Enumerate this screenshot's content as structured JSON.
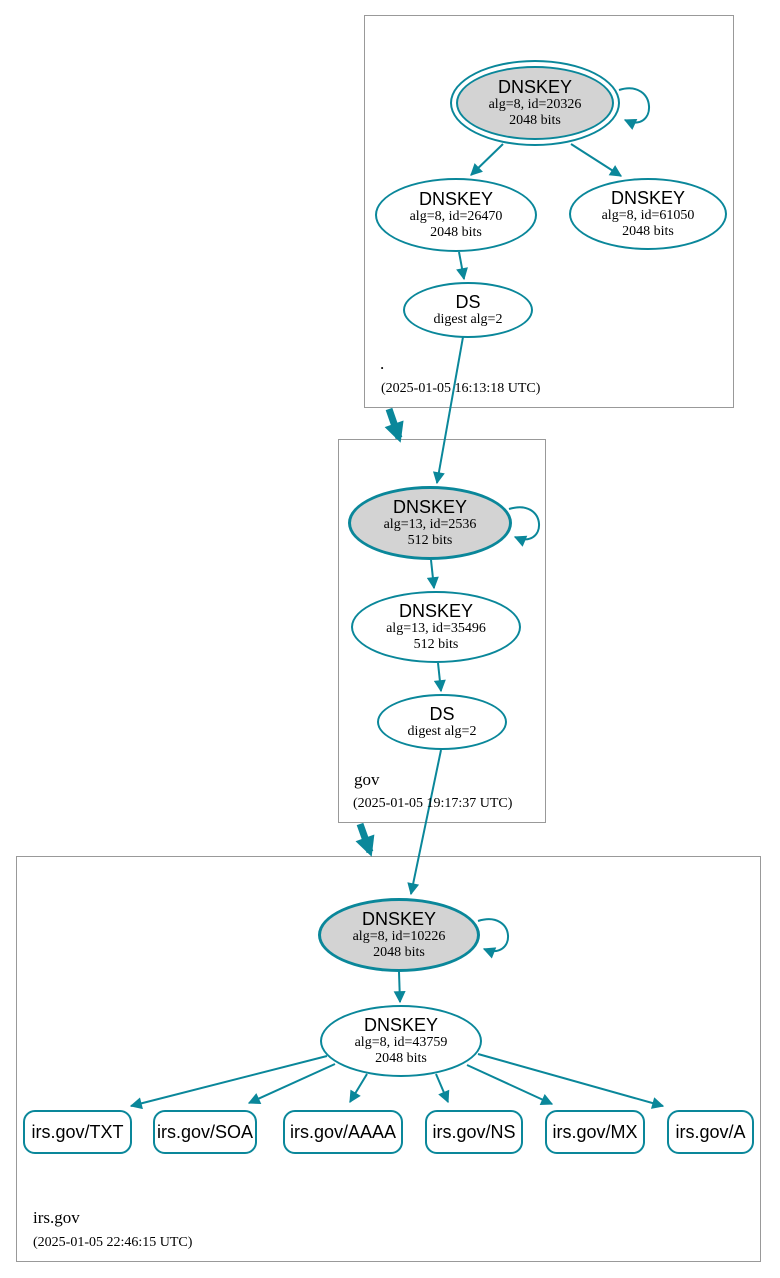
{
  "colors": {
    "edge": "#0a879a",
    "ksk_fill": "#d3d3d3",
    "node_fill": "#ffffff",
    "zone_border": "#999999"
  },
  "zones": [
    {
      "label": ".",
      "timestamp": "(2025-01-05 16:13:18 UTC)",
      "ksk": {
        "title": "DNSKEY",
        "detail": "alg=8, id=20326",
        "bits": "2048 bits"
      },
      "keys": [
        {
          "title": "DNSKEY",
          "detail": "alg=8, id=26470",
          "bits": "2048 bits"
        },
        {
          "title": "DNSKEY",
          "detail": "alg=8, id=61050",
          "bits": "2048 bits"
        }
      ],
      "ds": {
        "title": "DS",
        "detail": "digest alg=2"
      }
    },
    {
      "label": "gov",
      "timestamp": "(2025-01-05 19:17:37 UTC)",
      "ksk": {
        "title": "DNSKEY",
        "detail": "alg=13, id=2536",
        "bits": "512 bits"
      },
      "keys": [
        {
          "title": "DNSKEY",
          "detail": "alg=13, id=35496",
          "bits": "512 bits"
        }
      ],
      "ds": {
        "title": "DS",
        "detail": "digest alg=2"
      }
    },
    {
      "label": "irs.gov",
      "timestamp": "(2025-01-05 22:46:15 UTC)",
      "ksk": {
        "title": "DNSKEY",
        "detail": "alg=8, id=10226",
        "bits": "2048 bits"
      },
      "keys": [
        {
          "title": "DNSKEY",
          "detail": "alg=8, id=43759",
          "bits": "2048 bits"
        }
      ],
      "rrsets": [
        "irs.gov/TXT",
        "irs.gov/SOA",
        "irs.gov/AAAA",
        "irs.gov/NS",
        "irs.gov/MX",
        "irs.gov/A"
      ]
    }
  ]
}
